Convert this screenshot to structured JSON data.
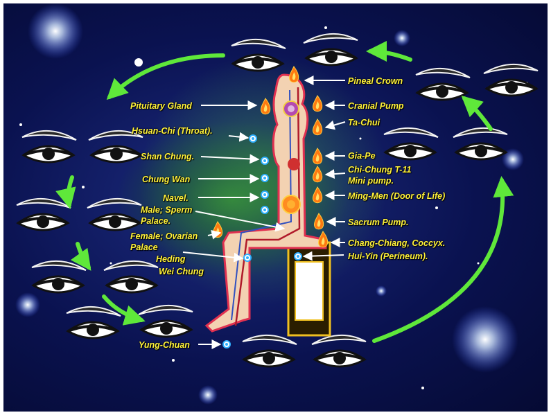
{
  "labels": {
    "pineal_crown": "Pineal Crown",
    "pituitary_gland": "Pituitary Gland",
    "cranial_pump": "Cranial Pump",
    "ta_chui": "Ta-Chui",
    "hsuan_chi": "Hsuan-Chi (Throat).",
    "shan_chung": "Shan Chung.",
    "gia_pe": "Gia-Pe",
    "chi_chung": "Chi-Chung T-11",
    "mini_pump": "Mini pump.",
    "chung_wan": "Chung Wan",
    "navel": "Navel.",
    "ming_men": "Ming-Men (Door of Life)",
    "male_sperm_palace_1": "Male; Sperm",
    "male_sperm_palace_2": "Palace.",
    "sacrum_pump": "Sacrum Pump.",
    "female_ovarian_palace_1": "Female; Ovarian",
    "female_ovarian_palace_2": "Palace",
    "chang_chiang": "Chang-Chiang, Coccyx.",
    "heding": "Heding",
    "wei_chung": "Wei Chung",
    "hui_yin": "Hui-Yin (Perineum).",
    "yung_chuan": "Yung-Chuan"
  },
  "colors": {
    "label_text": "#fff23a",
    "cycle_arrow": "#5fe83a",
    "pointer_arrow": "#ffffff",
    "governor_channel": "#b01a2a",
    "functional_channel": "#3050c0",
    "body_fill": "#f3d2b2",
    "flame": "#ff7a10"
  }
}
